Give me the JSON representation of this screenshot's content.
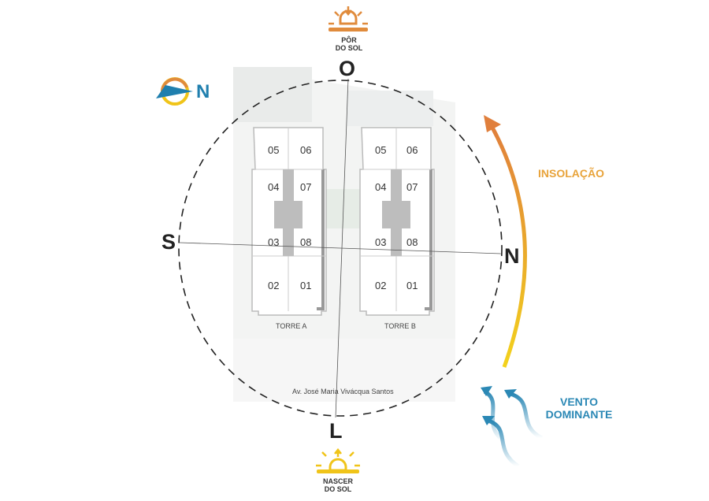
{
  "cardinals": {
    "west": "O",
    "east": "L",
    "south": "S",
    "north": "N"
  },
  "compass": {
    "label": "N"
  },
  "sunset": {
    "label_line1": "PÔR",
    "label_line2": "DO SOL",
    "color": "#e08b3c"
  },
  "sunrise": {
    "label_line1": "NASCER",
    "label_line2": "DO SOL",
    "color": "#f0c419"
  },
  "insolation": {
    "label": "INSOLAÇÃO",
    "color": "#e8a33a"
  },
  "wind": {
    "label_line1": "VENTO",
    "label_line2": "DOMINANTE",
    "color": "#2b88b5"
  },
  "towers": [
    {
      "name": "TORRE A",
      "units": [
        "05",
        "06",
        "04",
        "07",
        "03",
        "08",
        "02",
        "01"
      ]
    },
    {
      "name": "TORRE B",
      "units": [
        "05",
        "06",
        "04",
        "07",
        "03",
        "08",
        "02",
        "01"
      ]
    }
  ],
  "street": "Av. José Maria Vivácqua Santos"
}
